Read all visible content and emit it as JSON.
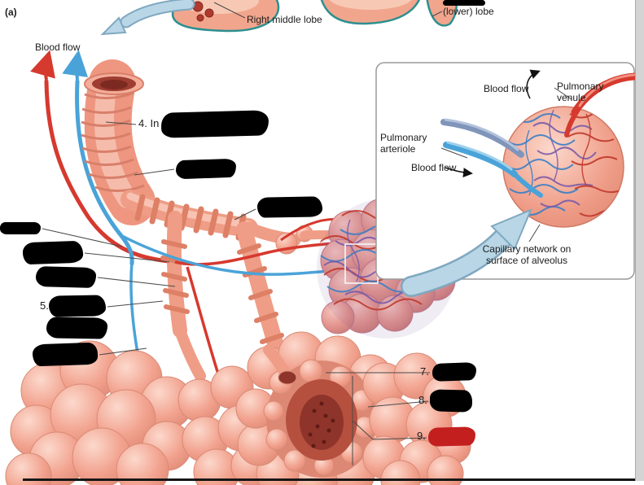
{
  "panel": {
    "label": "(a)"
  },
  "top_labels": {
    "right_middle_lobe": "Right middle lobe",
    "lower_lobe": "(lower) lobe"
  },
  "main_labels": {
    "blood_flow": "Blood flow",
    "item_4": "4. In",
    "item_5": "5.",
    "item_7": "7.",
    "item_8": "8.",
    "item_9": "9."
  },
  "inset": {
    "blood_flow_top": "Blood flow",
    "pulmonary_venule": "Pulmonary venule",
    "pulmonary_arteriole": "Pulmonary arteriole",
    "blood_flow_bottom": "Blood flow",
    "caption": "Capillary network on surface of alveolus"
  },
  "colors": {
    "artery_red": "#d6392e",
    "vein_blue": "#4aa3d8",
    "alveolus_salmon": "#f2a58f",
    "lung_outline_teal": "#2d8f8f",
    "capillary_purple": "#7a5ba8",
    "redaction_black": "#000000",
    "redaction_red": "#c41f1f",
    "callout_arrow_blue": "#b9d6e6"
  }
}
